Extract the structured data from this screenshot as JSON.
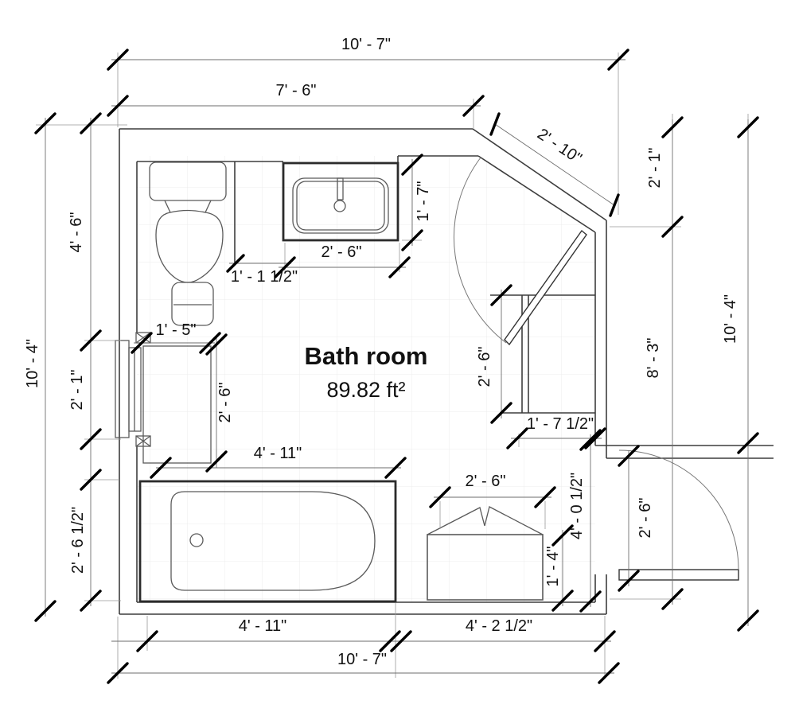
{
  "room": {
    "title": "Bath room",
    "area": "89.82 ft²"
  },
  "dimensions": {
    "top_overall": "10' - 7\"",
    "top_upper_wall": "7' - 6\"",
    "diagonal_door": "2' - 10\"",
    "right_upper": "2' - 1\"",
    "right_lower": "8' - 3\"",
    "right_overall": "10' - 4\"",
    "left_overall": "10' - 4\"",
    "left_upper": "4' - 6\"",
    "left_mid": "2' - 1\"",
    "left_lower": "2' - 6 1/2\"",
    "sink_width": "2' - 6\"",
    "toilet_gap": "1' - 1 1/2\"",
    "sink_depth": "1' - 7\"",
    "toilet_niche": "1' - 5\"",
    "shower_depth": "2' - 6\"",
    "tub_top": "4' - 11\"",
    "closet_height": "2' - 6\"",
    "closet_width": "1' - 7 1/2\"",
    "cabinet_width": "2' - 6\"",
    "cabinet_height": "1' - 4\"",
    "right_inner": "4' - 0 1/2\"",
    "door_right": "2' - 6\"",
    "bottom_tub": "4' - 11\"",
    "bottom_right": "4' - 2 1/2\"",
    "bottom_overall": "10' - 7\""
  }
}
